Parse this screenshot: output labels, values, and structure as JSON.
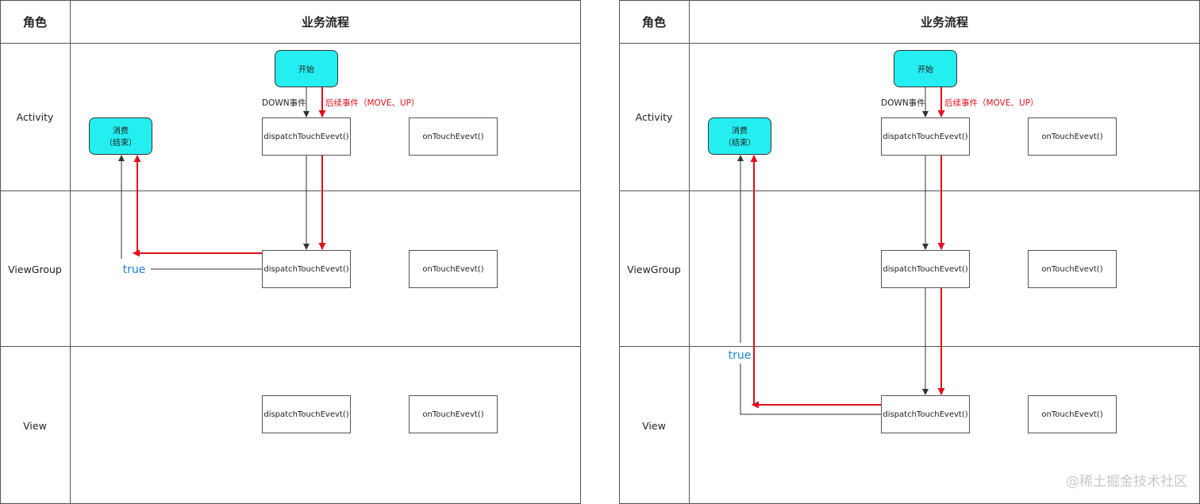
{
  "headers": {
    "role": "角色",
    "flow": "业务流程"
  },
  "roles": [
    "Activity",
    "ViewGroup",
    "View"
  ],
  "boxes": {
    "start": "开始",
    "consume_line1": "消费",
    "consume_line2": "（结束）",
    "dispatch": "dispatchTouchEvevt()",
    "ontouch": "onTouchEvevt()"
  },
  "labels": {
    "down": "DOWN事件",
    "follow": "后续事件（MOVE、UP）",
    "true": "true"
  },
  "colors": {
    "cyan": "#25eef0",
    "red": "#e0101c",
    "blue": "#1e7fd6"
  },
  "watermark": "@稀土掘金技术社区"
}
